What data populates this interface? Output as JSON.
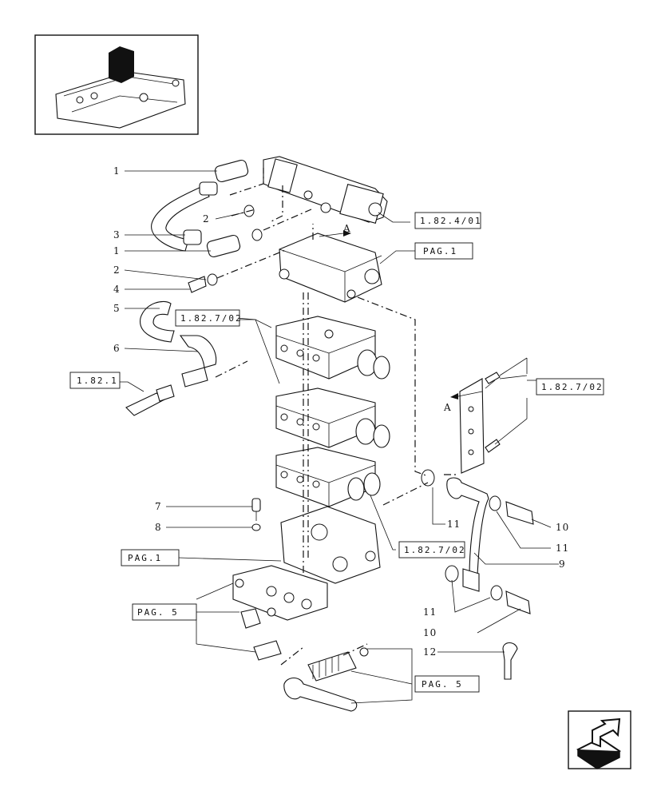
{
  "callouts": {
    "c1a": "1",
    "c1b": "1",
    "c2a": "2",
    "c2b": "2",
    "c3": "3",
    "c4": "4",
    "c5": "5",
    "c6": "6",
    "c7": "7",
    "c8": "8",
    "c9": "9",
    "c10a": "10",
    "c10b": "10",
    "c11a": "11",
    "c11b": "11",
    "c11c": "11",
    "c12": "12",
    "arrowA1": "A",
    "arrowA2": "A"
  },
  "refs": {
    "r1": "1.82.4/01",
    "r2": "PAG.1",
    "r3": "1.82.7/02",
    "r4": "1.82.1",
    "r5": "1.82.7/02",
    "r6": "1.82.7/02",
    "r7": "PAG.1",
    "r8": "PAG. 5",
    "r9": "PAG. 5"
  },
  "colors": {
    "ink": "#111111",
    "paper": "#ffffff"
  },
  "icons": {
    "nav": "next-page-arrow-icon",
    "thumb": "assembly-locator-thumbnail"
  }
}
